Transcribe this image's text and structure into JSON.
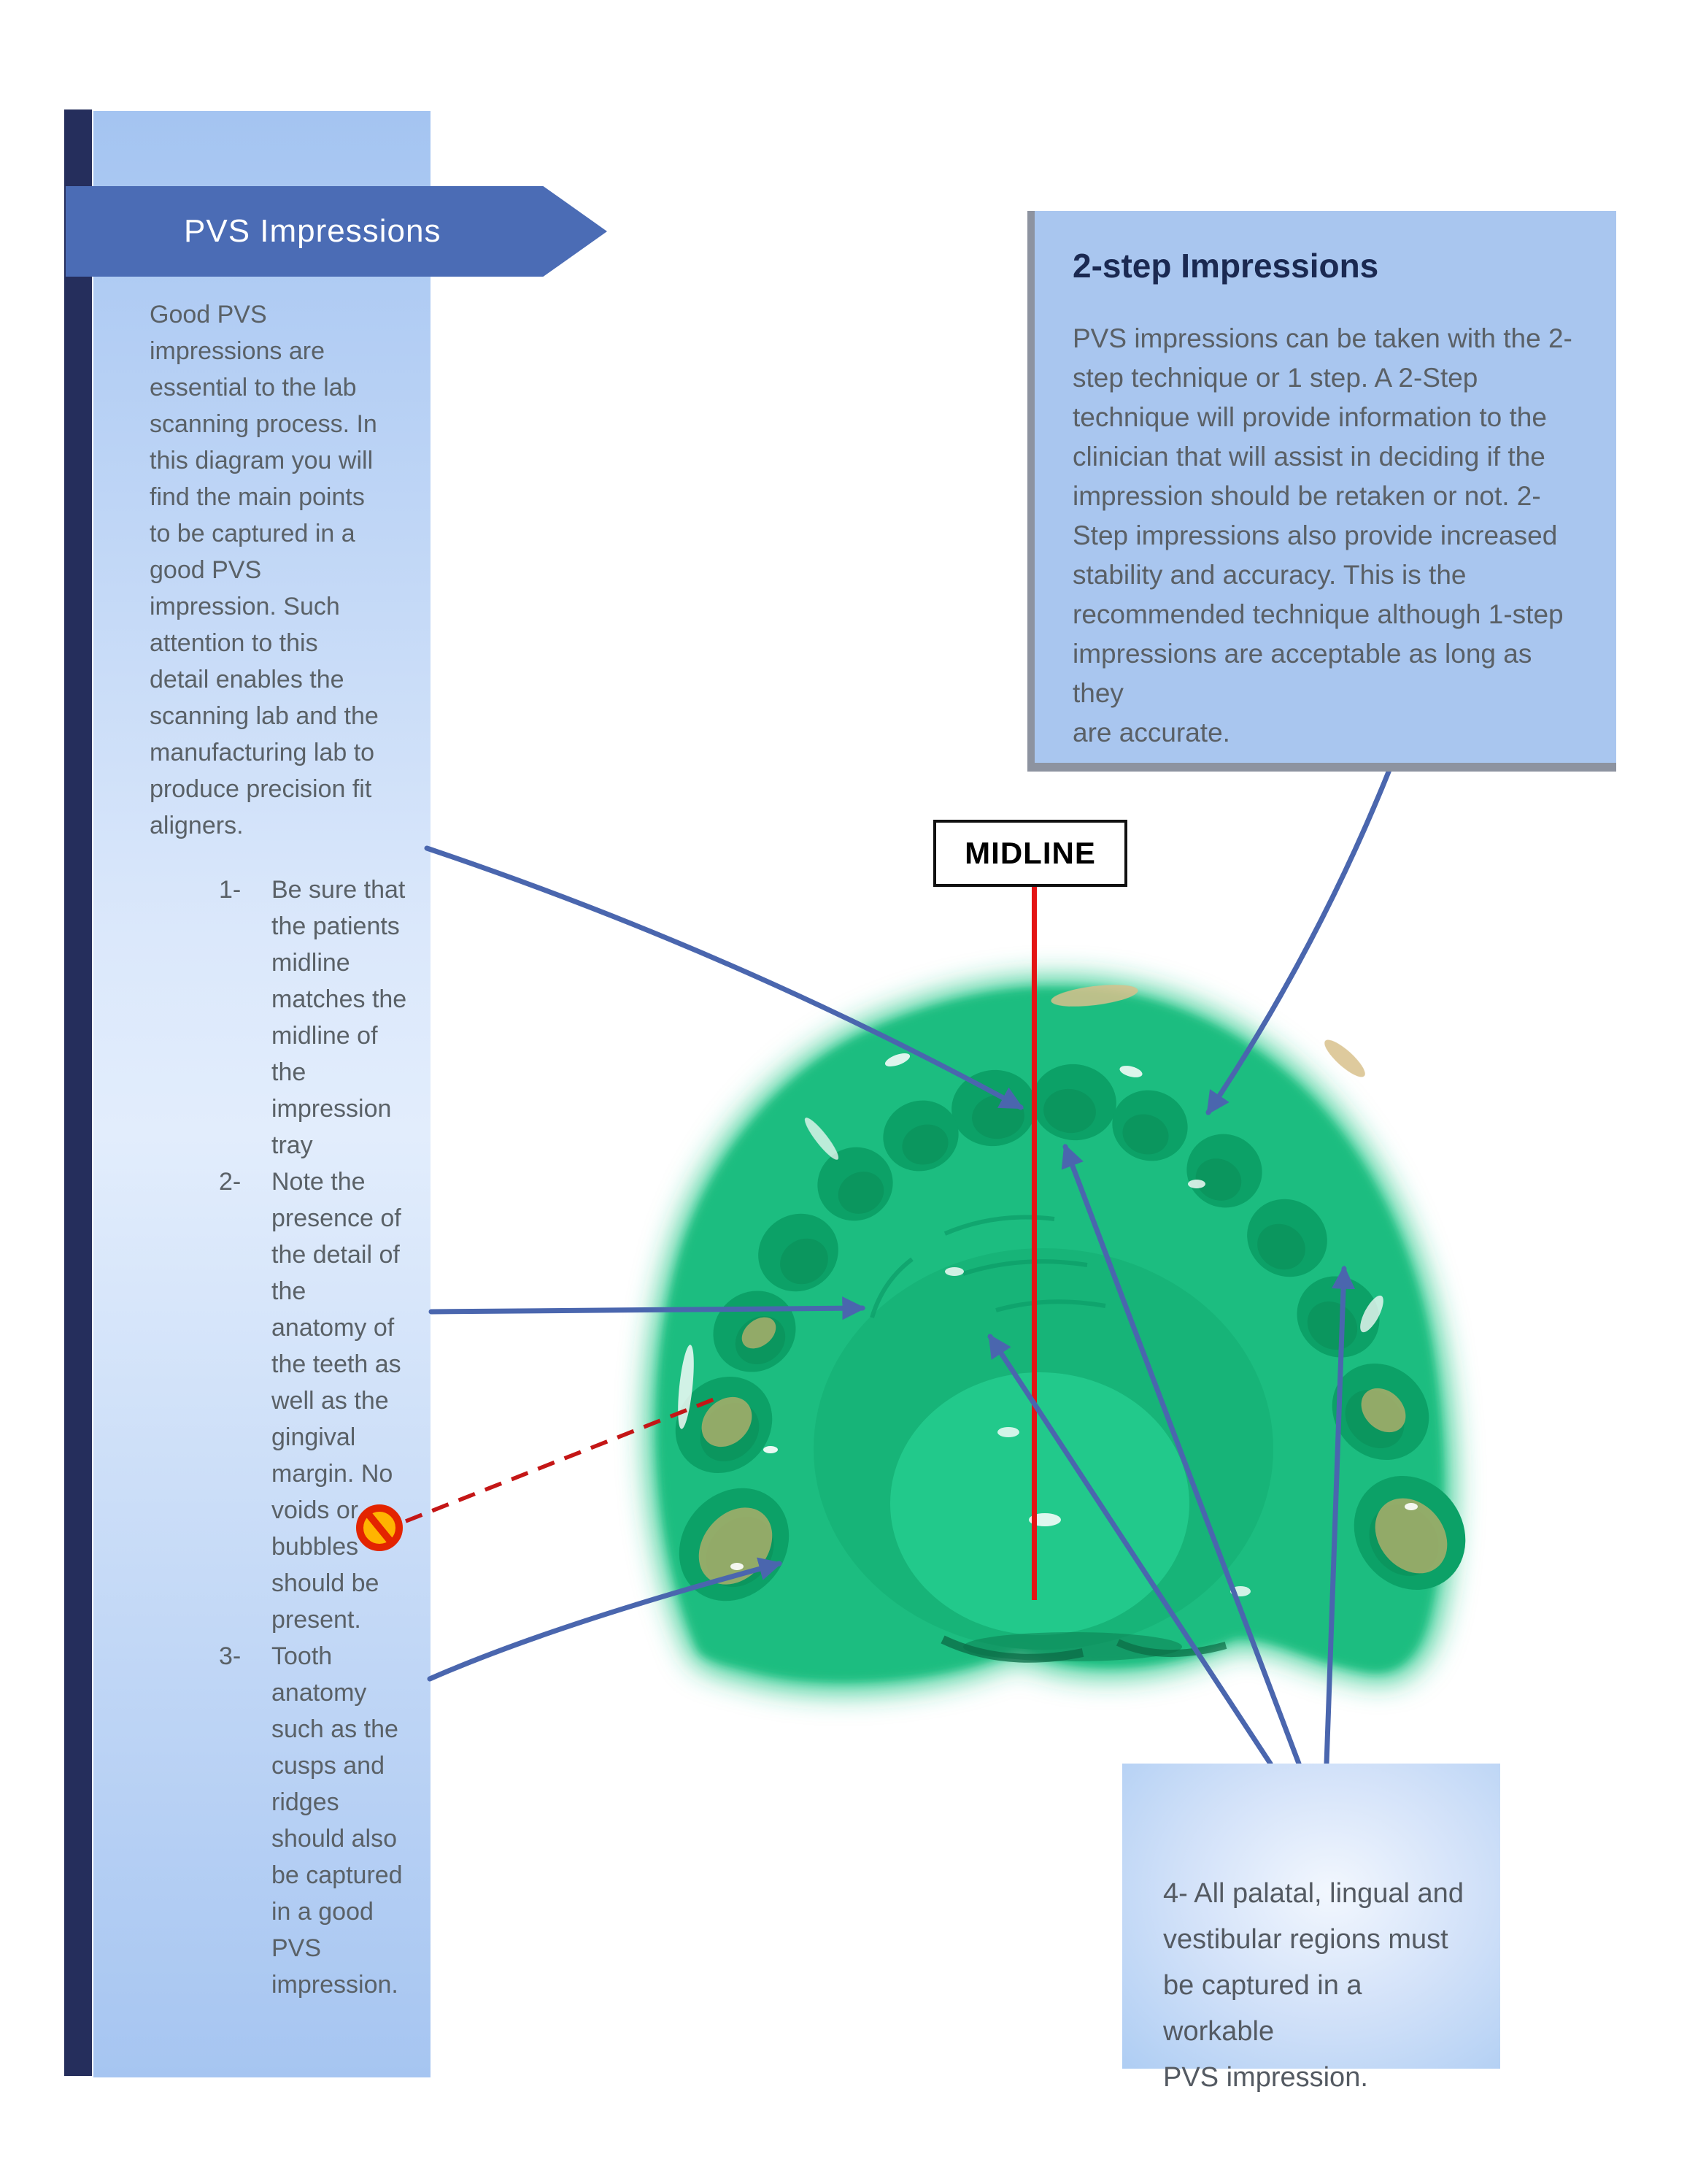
{
  "banner": {
    "label": "PVS Impressions"
  },
  "sidebar": {
    "intro": "Good PVS\nimpressions are\nessential to the lab\nscanning process. In\nthis diagram you will\nfind the main points\nto be captured in a\ngood PVS\nimpression. Such\nattention to this\ndetail enables the\nscanning lab and the\nmanufacturing lab to\nproduce precision fit\naligners.",
    "list": [
      {
        "num": "1-",
        "text": "Be sure that\nthe patients\nmidline\nmatches the\nmidline of\nthe\nimpression\ntray"
      },
      {
        "num": "2-",
        "text": "Note the\npresence of\nthe detail of\nthe\nanatomy of\nthe teeth as\nwell as the\ngingival\nmargin. No\nvoids or\nbubbles\nshould be\npresent."
      },
      {
        "num": "3-",
        "text": "Tooth\nanatomy\nsuch as the\ncusps and\nridges\nshould also\nbe captured\nin a good\nPVS\nimpression."
      }
    ]
  },
  "callout_2step": {
    "title": "2-step Impressions",
    "body": "PVS impressions can be taken with the 2-\nstep technique or 1 step. A 2-Step\ntechnique will provide information to the\nclinician that will assist in deciding if the\nimpression should be retaken or not. 2-\nStep impressions also provide increased\nstability and accuracy. This is the\nrecommended technique although 1-step\nimpressions are acceptable as long as they\nare accurate."
  },
  "midline_label": {
    "text": "MIDLINE"
  },
  "callout_step4": {
    "text": "4- All palatal, lingual and\nvestibular regions must\nbe captured in a workable\nPVS impression."
  },
  "icons": {
    "no_symbol_icon": "prohibition-circle-with-slash"
  },
  "colors": {
    "accent_navy": "#252e5c",
    "banner_blue": "#4b6cb5",
    "panel_blue": "#a4c4f1",
    "callout_blue": "#a9c6ef",
    "arrow_blue": "#4a66ae",
    "midline_red": "#e41414",
    "dashed_red": "#c41616",
    "impression_green": "#1dbd80",
    "no_symbol_fill": "#ffb400",
    "no_symbol_ring": "#e32400"
  }
}
